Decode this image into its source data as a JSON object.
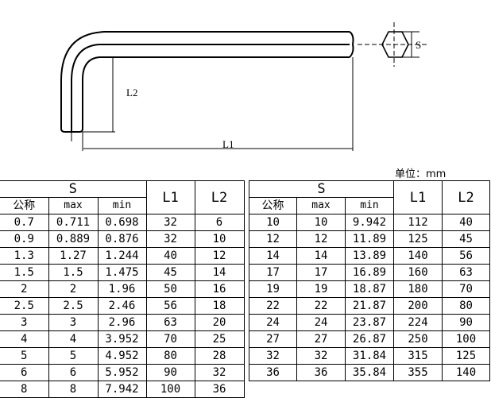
{
  "drawing": {
    "labels": {
      "l1": "L1",
      "l2": "L2",
      "s": "S"
    }
  },
  "unit_label": "单位：mm",
  "tables": {
    "headers": {
      "s_group": "S",
      "nominal": "公称",
      "max": "max",
      "min": "min",
      "l1": "L1",
      "l2": "L2"
    },
    "left": {
      "rows": [
        {
          "nominal": "0.7",
          "max": "0.711",
          "min": "0.698",
          "l1": "32",
          "l2": "6"
        },
        {
          "nominal": "0.9",
          "max": "0.889",
          "min": "0.876",
          "l1": "32",
          "l2": "10"
        },
        {
          "nominal": "1.3",
          "max": "1.27",
          "min": "1.244",
          "l1": "40",
          "l2": "12"
        },
        {
          "nominal": "1.5",
          "max": "1.5",
          "min": "1.475",
          "l1": "45",
          "l2": "14"
        },
        {
          "nominal": "2",
          "max": "2",
          "min": "1.96",
          "l1": "50",
          "l2": "16"
        },
        {
          "nominal": "2.5",
          "max": "2.5",
          "min": "2.46",
          "l1": "56",
          "l2": "18"
        },
        {
          "nominal": "3",
          "max": "3",
          "min": "2.96",
          "l1": "63",
          "l2": "20"
        },
        {
          "nominal": "4",
          "max": "4",
          "min": "3.952",
          "l1": "70",
          "l2": "25"
        },
        {
          "nominal": "5",
          "max": "5",
          "min": "4.952",
          "l1": "80",
          "l2": "28"
        },
        {
          "nominal": "6",
          "max": "6",
          "min": "5.952",
          "l1": "90",
          "l2": "32"
        },
        {
          "nominal": "8",
          "max": "8",
          "min": "7.942",
          "l1": "100",
          "l2": "36"
        }
      ]
    },
    "right": {
      "rows": [
        {
          "nominal": "10",
          "max": "10",
          "min": "9.942",
          "l1": "112",
          "l2": "40"
        },
        {
          "nominal": "12",
          "max": "12",
          "min": "11.89",
          "l1": "125",
          "l2": "45"
        },
        {
          "nominal": "14",
          "max": "14",
          "min": "13.89",
          "l1": "140",
          "l2": "56"
        },
        {
          "nominal": "17",
          "max": "17",
          "min": "16.89",
          "l1": "160",
          "l2": "63"
        },
        {
          "nominal": "19",
          "max": "19",
          "min": "18.87",
          "l1": "180",
          "l2": "70"
        },
        {
          "nominal": "22",
          "max": "22",
          "min": "21.87",
          "l1": "200",
          "l2": "80"
        },
        {
          "nominal": "24",
          "max": "24",
          "min": "23.87",
          "l1": "224",
          "l2": "90"
        },
        {
          "nominal": "27",
          "max": "27",
          "min": "26.87",
          "l1": "250",
          "l2": "100"
        },
        {
          "nominal": "32",
          "max": "32",
          "min": "31.84",
          "l1": "315",
          "l2": "125"
        },
        {
          "nominal": "36",
          "max": "36",
          "min": "35.84",
          "l1": "355",
          "l2": "140"
        }
      ]
    }
  }
}
